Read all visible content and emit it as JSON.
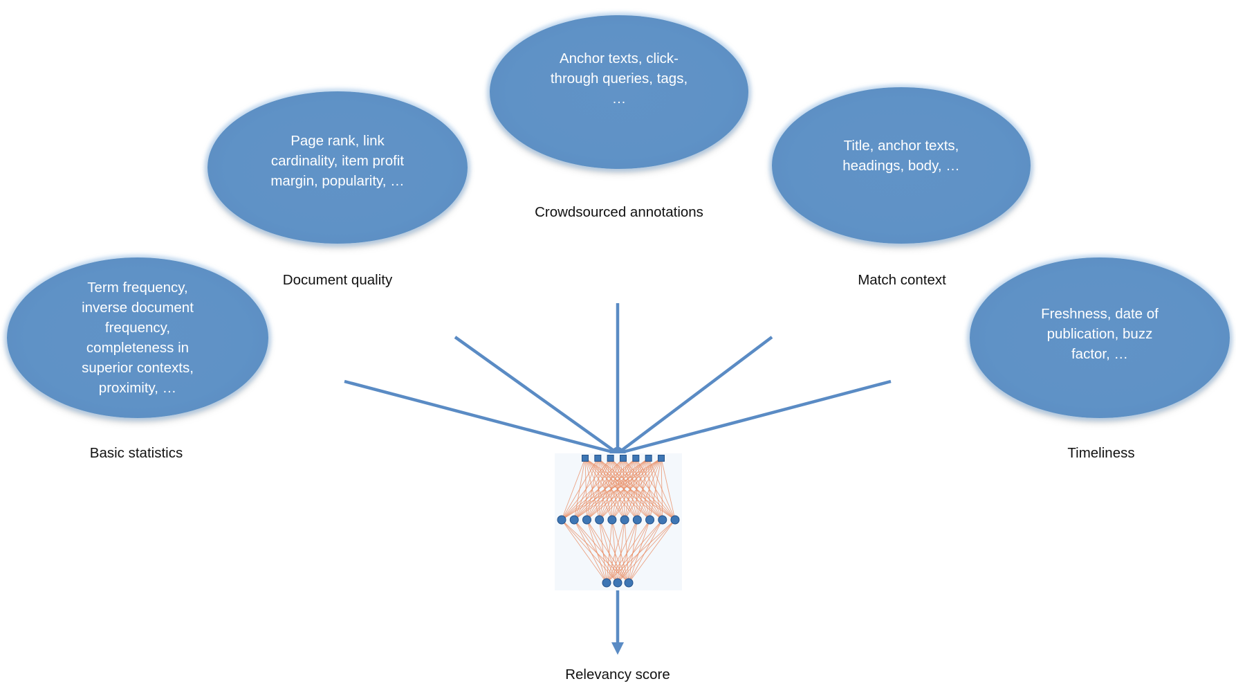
{
  "factors": [
    {
      "id": "basic-statistics",
      "label": "Basic statistics",
      "examples": "Term frequency,\ninverse document\nfrequency,\ncompleteness in\nsuperior contexts,\nproximity, …"
    },
    {
      "id": "document-quality",
      "label": "Document quality",
      "examples": "Page rank, link\ncardinality, item profit\nmargin, popularity, …"
    },
    {
      "id": "crowdsourced-annotations",
      "label": "Crowdsourced annotations",
      "examples": "Anchor texts, click-\nthrough queries, tags,\n…"
    },
    {
      "id": "match-context",
      "label": "Match context",
      "examples": "Title, anchor texts,\nheadings, body, …"
    },
    {
      "id": "timeliness",
      "label": "Timeliness",
      "examples": "Freshness, date of\npublication, buzz\nfactor, …"
    }
  ],
  "output": {
    "label": "Relevancy score"
  },
  "network": {
    "input_nodes": 7,
    "hidden_nodes": 10,
    "output_nodes": 3
  },
  "colors": {
    "ellipse": "#5f92c6",
    "arrow": "#5a8bc4",
    "edges": "#e8855a",
    "node": "#3e76b4"
  }
}
